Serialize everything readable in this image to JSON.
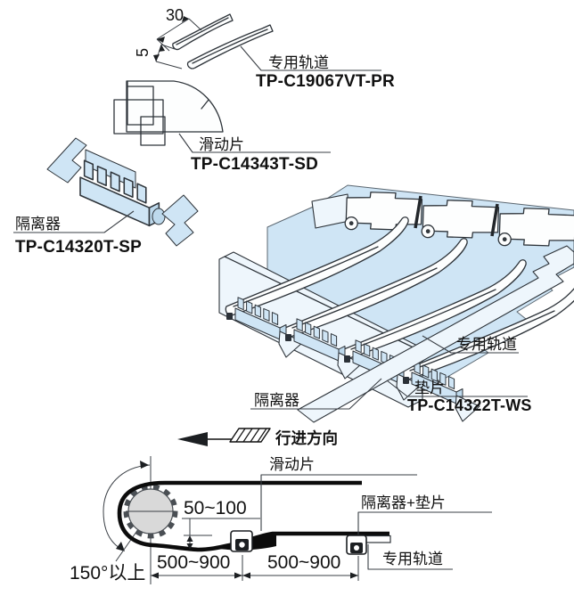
{
  "colors": {
    "part_blue": "#cfe5f5",
    "part_light": "#eef6fc",
    "line": "#2e343a",
    "sprocket_gray": "#d9d9d9",
    "chain_black": "#0c0c0c"
  },
  "detail_parts": {
    "rail": {
      "label": "专用轨道",
      "part_no": "TP-C19067VT-PR"
    },
    "slide": {
      "label": "滑动片",
      "part_no": "TP-C14343T-SD"
    },
    "separator": {
      "label": "隔离器",
      "part_no": "TP-C14320T-SP"
    }
  },
  "detail_dims": {
    "rail_width": "30",
    "rail_height": "5"
  },
  "assembly": {
    "rail_label": "专用轨道",
    "separator_label": "隔离器",
    "washer_label": "垫片",
    "washer_part_no": "TP-C14322T-WS"
  },
  "direction": {
    "label": "行进方向"
  },
  "schematic": {
    "slide_label": "滑动片",
    "separator_washer_label": "隔离器+垫片",
    "rail_label": "专用轨道",
    "dim_drop": "50~100",
    "dim_span_left": "500~900",
    "dim_span_right": "500~900",
    "dim_wrap_angle": "150°以上"
  }
}
